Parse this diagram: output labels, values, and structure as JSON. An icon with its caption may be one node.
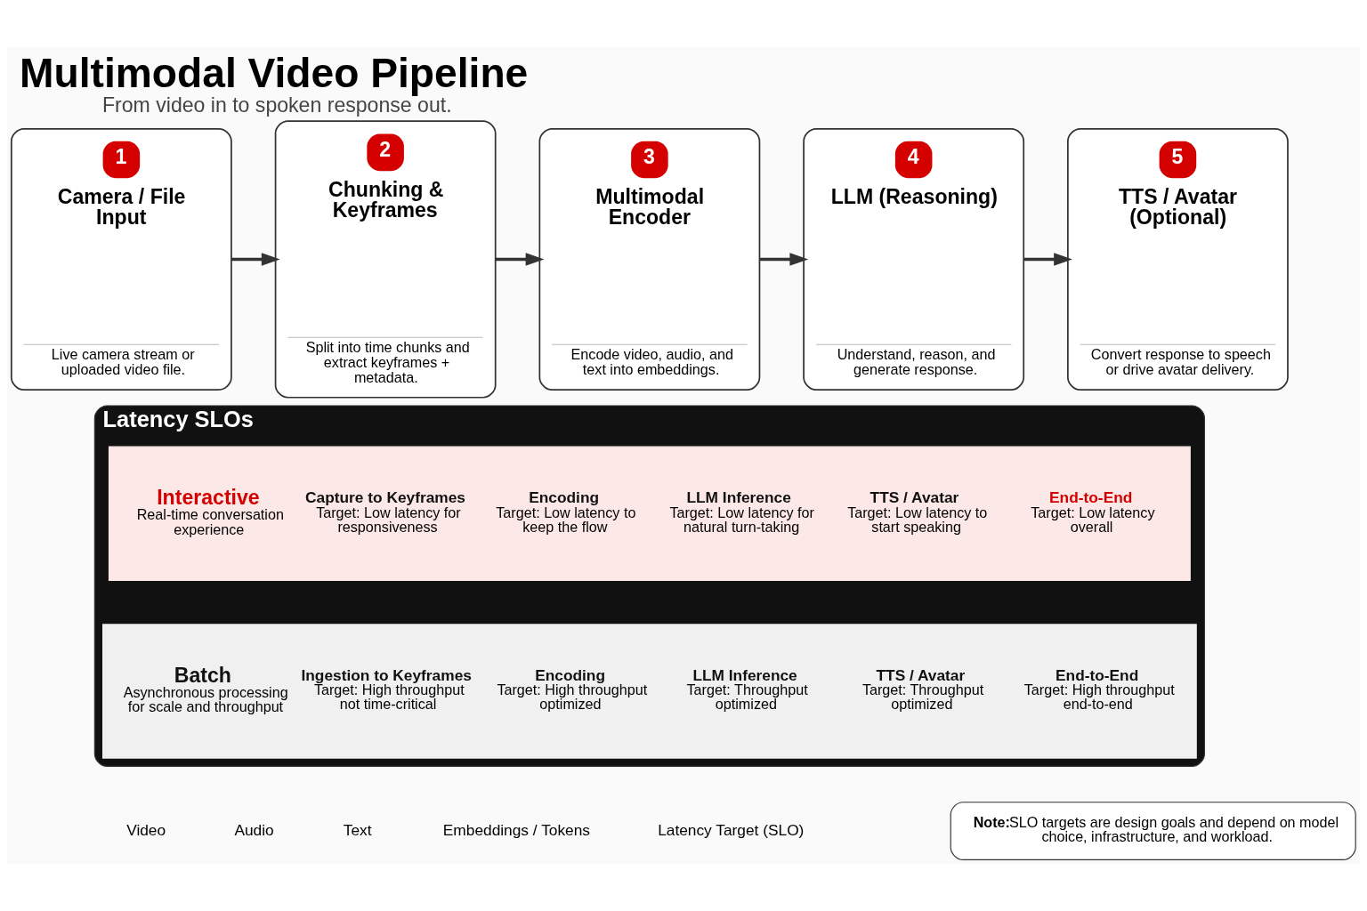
{
  "diagram": {
    "title": "Multimodal Video Pipeline",
    "caption": "From video in to spoken response out.",
    "nodes": [
      {
        "text": [
          "1",
          "Camera / File Input",
          "Live camera stream or uploaded video file."
        ]
      },
      {
        "text": [
          "2",
          "Chunking & Keyframes",
          "Split into time chunks and extract keyframes + metadata."
        ]
      },
      {
        "text": [
          "3",
          "Multimodal Encoder",
          "Encode video, audio, and text into embeddings."
        ]
      },
      {
        "text": [
          "4",
          "LLM (Reasoning)",
          "Understand, reason, and generate response."
        ]
      },
      {
        "text": [
          "5",
          "TTS / Avatar (Optional)",
          "Convert response to speech or drive avatar delivery."
        ]
      },
      {
        "text": [
          "Latency SLOs"
        ]
      },
      {
        "text": [
          "Interactive",
          "Real-time conversation experience",
          "Capture to Keyframes",
          "Target: Low latency for responsiveness",
          "Encoding",
          "Target: Low latency to keep the flow",
          "LLM Inference",
          "Target: Low latency for natural turn-taking",
          "TTS / Avatar",
          "Target: Low latency to start speaking",
          "End-to-End",
          "Target: Low latency overall"
        ],
        "in": 5
      },
      {
        "text": [
          "Batch",
          "Asynchronous processing for scale and throughput",
          "Ingestion to Keyframes",
          "Target: High throughput not time-critical",
          "Encoding",
          "Target: High throughput optimized",
          "LLM Inference",
          "Target: Throughput optimized",
          "TTS / Avatar",
          "Target: Throughput optimized",
          "End-to-End",
          "Target: High throughput end-to-end"
        ],
        "in": 5
      },
      {
        "text": [
          "Note:",
          "SLO targets are design goals and depend on model choice, infrastructure, and workload."
        ]
      }
    ],
    "edges": [
      {
        "from": 0,
        "to": 1,
        "arrow": "to"
      },
      {
        "from": 1,
        "to": 2,
        "arrow": "to"
      },
      {
        "from": 2,
        "to": 3,
        "arrow": "to"
      },
      {
        "from": 3,
        "to": 4,
        "arrow": "to"
      }
    ],
    "legend": [
      {
        "text": "Video"
      },
      {
        "text": "Audio"
      },
      {
        "text": "Text"
      },
      {
        "text": "Embeddings / Tokens"
      },
      {
        "text": "Latency Target (SLO)"
      }
    ]
  }
}
